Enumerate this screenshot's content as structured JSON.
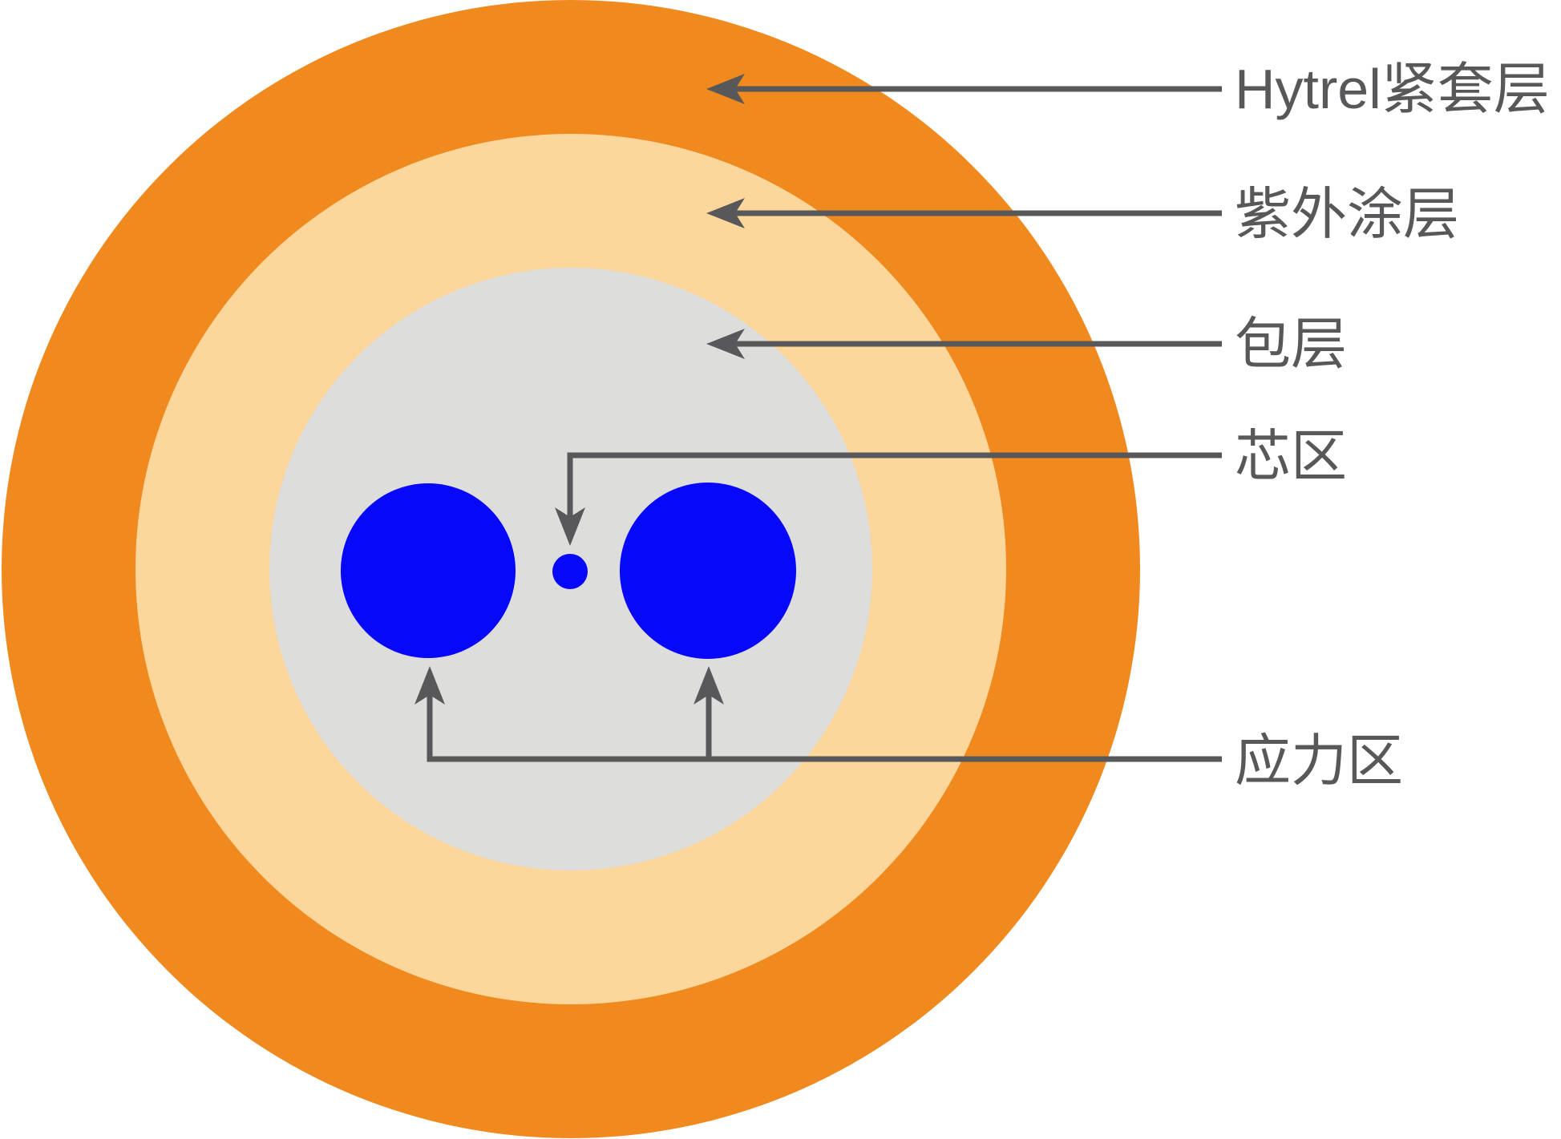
{
  "diagram": {
    "type": "fiber-optic-cross-section",
    "labels": {
      "jacket": {
        "text": "Hytrel紧套层"
      },
      "uv": {
        "text": "紫外涂层"
      },
      "cladding": {
        "text": "包层"
      },
      "core": {
        "text": "芯区"
      },
      "stress": {
        "text": "应力区"
      }
    },
    "colors": {
      "jacket": "#F0891E",
      "uv_coating": "#FDD69B",
      "cladding": "#DDDDDC",
      "core_and_stress": "#0707FA",
      "leader": "#58585A",
      "label_text": "#58585A",
      "background": "#FFFFFF"
    }
  }
}
